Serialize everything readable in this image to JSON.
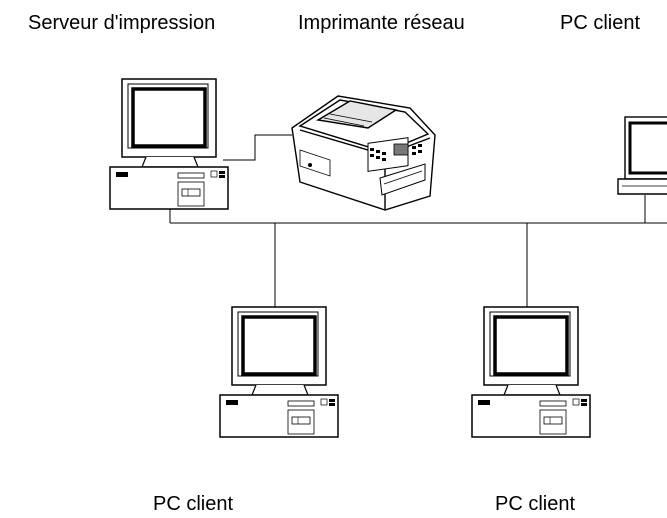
{
  "labels": {
    "server": "Serveur d'impression",
    "printer": "Imprimante réseau",
    "client_top": "PC client",
    "client_bottom_left": "PC client",
    "client_bottom_right": "PC client"
  },
  "icons": {
    "server": "desktop-computer-icon",
    "printer": "multifunction-printer-icon",
    "laptop": "laptop-icon",
    "client_left": "desktop-computer-icon",
    "client_right": "desktop-computer-icon"
  }
}
